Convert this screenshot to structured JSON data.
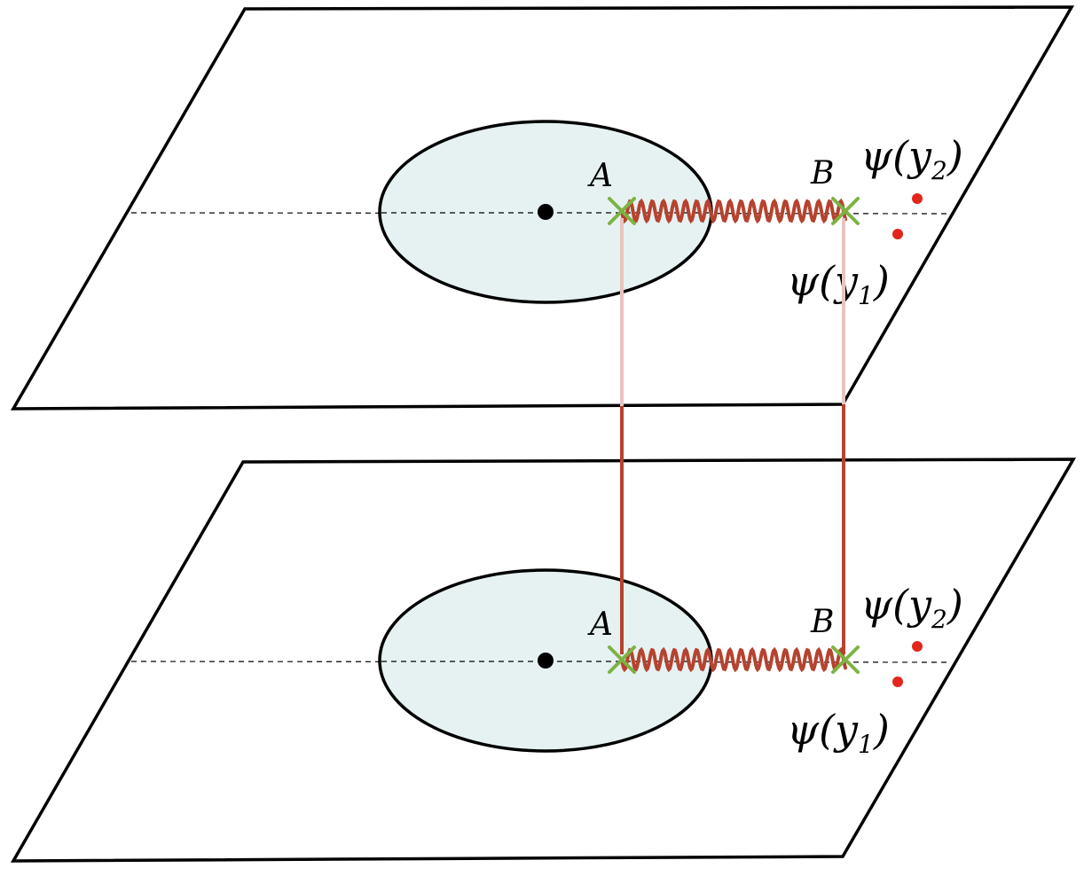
{
  "sheets": [
    {
      "id": "upper",
      "label_A": "A",
      "label_B": "B",
      "psi_y2": {
        "psi": "ψ(y",
        "sub": "2",
        "close": ")"
      },
      "psi_y1": {
        "psi": "ψ(y",
        "sub": "1",
        "close": ")"
      }
    },
    {
      "id": "lower",
      "label_A": "A",
      "label_B": "B",
      "psi_y2": {
        "psi": "ψ(y",
        "sub": "2",
        "close": ")"
      },
      "psi_y1": {
        "psi": "ψ(y",
        "sub": "1",
        "close": ")"
      }
    }
  ],
  "colors": {
    "region_fill": "#e6f2f2",
    "wavy_line": "#b5432f",
    "vertical_line": "#b5432f",
    "vertical_line_faded": "#e8c4c0",
    "cross_marker": "#7cb342",
    "red_point": "#e3261b",
    "plane_stroke": "#000000"
  }
}
